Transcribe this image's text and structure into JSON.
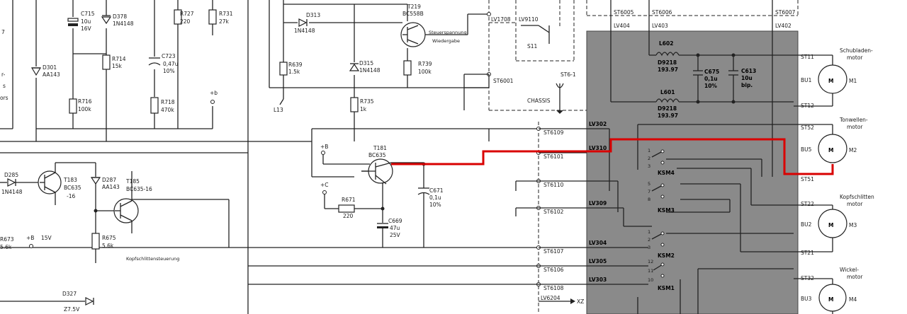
{
  "colors": {
    "shaded_panel": "#8a8a8a",
    "highlight_trace": "#d90000",
    "wire": "#222222",
    "paper": "#ffffff"
  },
  "left_fragments": [
    "7",
    "r-",
    "s",
    "ors"
  ],
  "components": {
    "C715": {
      "ref": "C715",
      "value1": "10u",
      "value2": "16V"
    },
    "D378": {
      "ref": "D378",
      "value": "1N4148"
    },
    "R727": {
      "ref": "R727",
      "value": "220"
    },
    "R731": {
      "ref": "R731",
      "value": "27k"
    },
    "D301": {
      "ref": "D301",
      "value": "AA143"
    },
    "R714": {
      "ref": "R714",
      "value": "15k"
    },
    "C723": {
      "ref": "C723",
      "value1": "0,47u",
      "value2": "10%"
    },
    "R716": {
      "ref": "R716",
      "value": "100k"
    },
    "R718": {
      "ref": "R718",
      "value": "470k"
    },
    "D313": {
      "ref": "D313",
      "value": "1N4148"
    },
    "T219": {
      "ref": "T219",
      "value": "BC558B"
    },
    "R639": {
      "ref": "R639",
      "value": "1.5k"
    },
    "D315": {
      "ref": "D315",
      "value": "1N4148"
    },
    "R739": {
      "ref": "R739",
      "value": "100k"
    },
    "R735": {
      "ref": "R735",
      "value": "1k"
    },
    "T181": {
      "ref": "T181",
      "value": "BC635"
    },
    "T183": {
      "ref": "T183",
      "value1": "BC635",
      "value2": "-16"
    },
    "T185": {
      "ref": "T185",
      "value": "BC635-16"
    },
    "D285": {
      "ref": "D285",
      "value": "1N4148"
    },
    "D287": {
      "ref": "D287",
      "value": "AA143"
    },
    "R671": {
      "ref": "R671",
      "value": "220"
    },
    "C669": {
      "ref": "C669",
      "value1": "47u",
      "value2": "25V"
    },
    "C671": {
      "ref": "C671",
      "value1": "0,1u",
      "value2": "10%"
    },
    "R673": {
      "ref": "R673",
      "value": "5.6k"
    },
    "R675": {
      "ref": "R675",
      "value": "5.6k"
    },
    "D327": {
      "ref": "D327",
      "value": "Z7.5V"
    },
    "L602": {
      "ref": "L602",
      "value1": "D9218",
      "value2": "193.97"
    },
    "L601": {
      "ref": "L601",
      "value1": "D9218",
      "value2": "193.97"
    },
    "C675": {
      "ref": "C675",
      "value1": "0,1u",
      "value2": "10%"
    },
    "C613": {
      "ref": "C613",
      "value1": "10u",
      "value2": "bip."
    }
  },
  "signals": {
    "supply_b": "+b",
    "supply_B": "+B",
    "supply_C": "+C",
    "supply_15v_plus": "+B",
    "supply_15v": "15V",
    "l13": "L13",
    "steuerspannung1": "Steuerspannung",
    "steuerspannung2": "Wiedergabe",
    "kopfschlitten": "Kopfschlittensteuerung",
    "chassis": "CHASSIS",
    "s11": "S11"
  },
  "connectors": {
    "lv1708": "LV1708",
    "lv9110": "LV9110",
    "st6001": "ST6001",
    "st6_1": "ST6-1",
    "st6109": "ST6109",
    "st6101": "ST6101",
    "st6110": "ST6110",
    "st6102": "ST6102",
    "st6107": "ST6107",
    "st6106": "ST6106",
    "st6108": "ST6108",
    "lv6204": "LV6204",
    "xz": "XZ",
    "lv302": "LV302",
    "lv310": "LV310",
    "lv309": "LV309",
    "lv304": "LV304",
    "lv305": "LV305",
    "lv303": "LV303",
    "st6005": "ST6005",
    "st6006": "ST6006",
    "st6007": "ST6007",
    "lv404": "LV404",
    "lv403": "LV403",
    "lv402": "LV402",
    "ksm4": "KSM4",
    "ksm3": "KSM3",
    "ksm2": "KSM2",
    "ksm1": "KSM1"
  },
  "motors": [
    {
      "title1": "Schubladen-",
      "title2": "motor",
      "st_top": "ST11",
      "st_bottom": "ST12",
      "bu": "BU1",
      "letter": "M",
      "name": "M1"
    },
    {
      "title1": "Tonwellen-",
      "title2": "motor",
      "st_top": "ST52",
      "st_bottom": "ST51",
      "bu": "BU5",
      "letter": "M",
      "name": "M2"
    },
    {
      "title1": "Kopfschlitten",
      "title2": "motor",
      "st_top": "ST22",
      "st_bottom": "ST21",
      "bu": "BU2",
      "letter": "M",
      "name": "M3"
    },
    {
      "title1": "Wickel-",
      "title2": "motor",
      "st_top": "ST32",
      "st_bottom": "",
      "bu": "BU3",
      "letter": "M",
      "name": "M4"
    }
  ]
}
